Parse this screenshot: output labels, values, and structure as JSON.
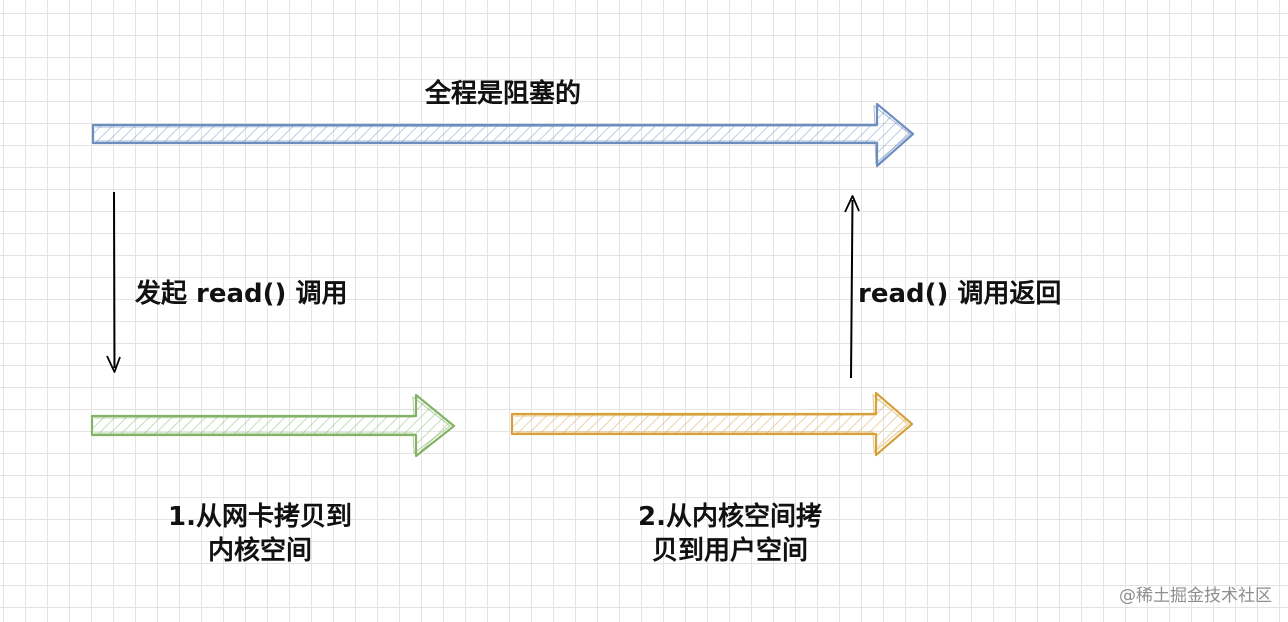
{
  "diagram": {
    "top_arrow_label": "全程是阻塞的",
    "call_label": "发起 read() 调用",
    "return_label": "read() 调用返回",
    "step1_line1": "1.从网卡拷贝到",
    "step1_line2": "内核空间",
    "step2_line1": "2.从内核空间拷",
    "step2_line2": "贝到用户空间"
  },
  "watermark": "@稀土掘金技术社区",
  "colors": {
    "blocking_arrow": "#6c8ebf",
    "step1_arrow": "#82b366",
    "step2_arrow": "#d6a13a",
    "thin_arrows": "#000000"
  }
}
